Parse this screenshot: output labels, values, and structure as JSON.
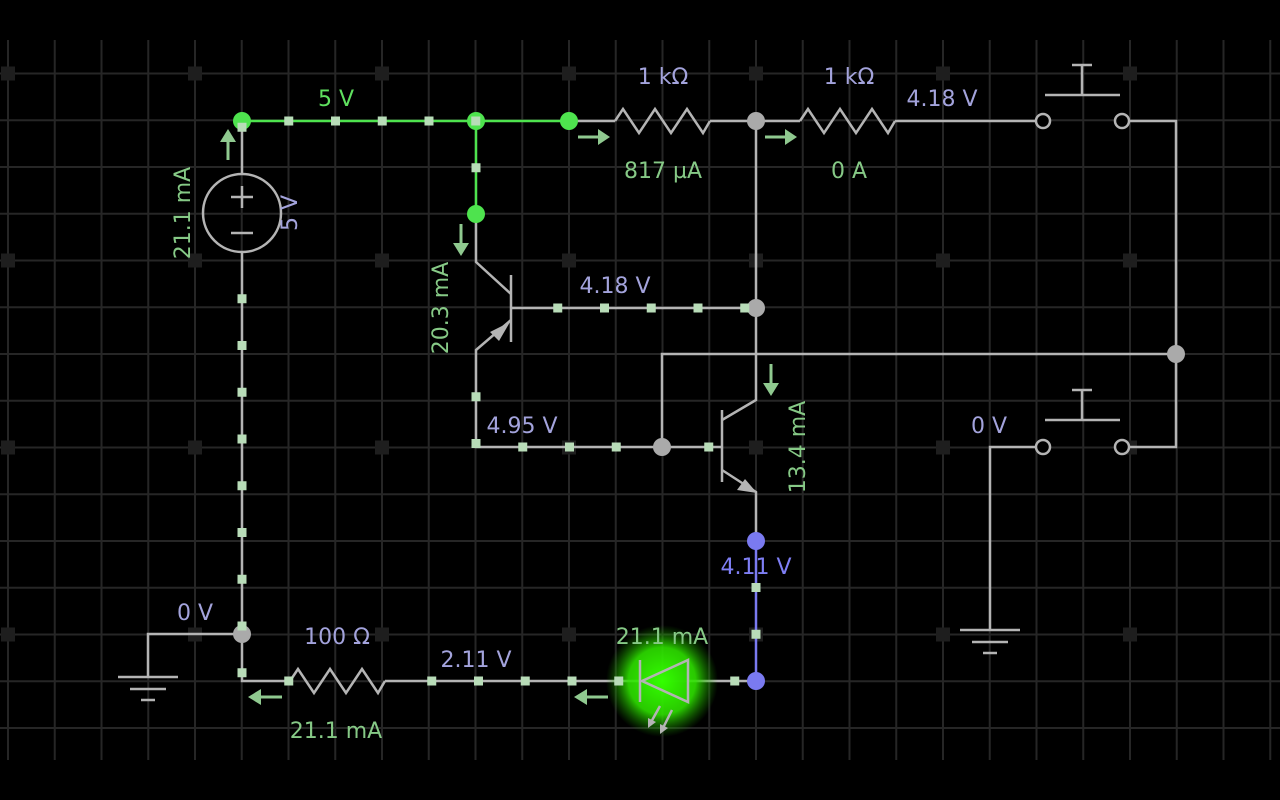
{
  "colors": {
    "background": "#000000",
    "grid": "#262626",
    "wire": "#b4b4b4",
    "wire_5v": "#4ee34e",
    "wire_4v11": "#7a7af0",
    "current_label": "#86c986",
    "voltage_label": "#a3a3dc",
    "led_glow": "#33ff00"
  },
  "labels": {
    "top_rail_voltage": "5 V",
    "r1_value": "1 kΩ",
    "r2_value": "1 kΩ",
    "r1_current": "817 µA",
    "r2_current": "0 A",
    "switch1_voltage": "4.18 V",
    "source_current": "21.1 mA",
    "source_voltage": "5 V",
    "q1_current": "20.3 mA",
    "q1_base_voltage": "4.18 V",
    "q1_emitter_voltage": "4.95 V",
    "q2_current": "13.4 mA",
    "switch2_voltage": "0 V",
    "led_anode_voltage": "4.11 V",
    "ground_voltage": "0 V",
    "r3_value": "100 Ω",
    "r3_led_node_voltage": "2.11 V",
    "led_current": "21.1 mA",
    "r3_current": "21.1 mA"
  }
}
